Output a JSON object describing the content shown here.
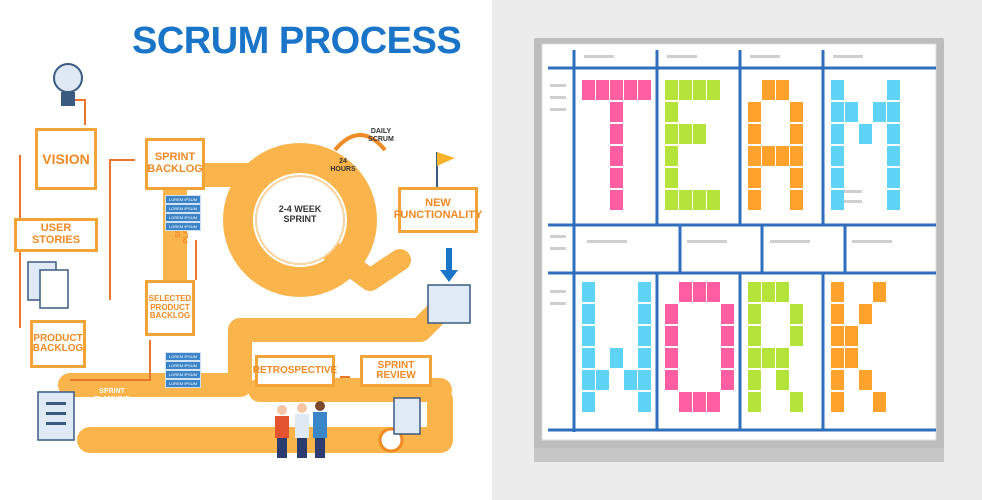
{
  "scrum": {
    "title": "SCRUM PROCESS",
    "vision": "VISION",
    "user_stories": "USER STORIES",
    "product_backlog": "PRODUCT BACKLOG",
    "sprint_backlog": "SPRINT BACKLOG",
    "selected_product_backlog": "SELECTED PRODUCT BACKLOG",
    "sprint_planning_vertical": "SPRINT PLANNING",
    "sprint_planning_bottom": "SPRINT PLANNING",
    "sprint_cycle": "2-4 WEEK SPRINT",
    "hours": "24 HOURS",
    "daily_scrum": "DAILY SCRUM",
    "new_functionality": "NEW FUNCTIONALITY",
    "retrospective": "RETROSPECTIVE",
    "sprint_review": "SPRINT REVIEW",
    "chip_text": "LOREM IPSUM"
  },
  "board": {
    "word_top": "TEAM",
    "word_bottom": "WORK"
  },
  "colors": {
    "path": "#f9b54c",
    "orange_text": "#f08a24",
    "title_blue": "#1a75c9",
    "board_line": "#2f6fbd",
    "sticky_pink": "#ff5fa2",
    "sticky_green": "#b6e33a",
    "sticky_orange": "#ffa22b",
    "sticky_blue": "#5fd3f5"
  }
}
